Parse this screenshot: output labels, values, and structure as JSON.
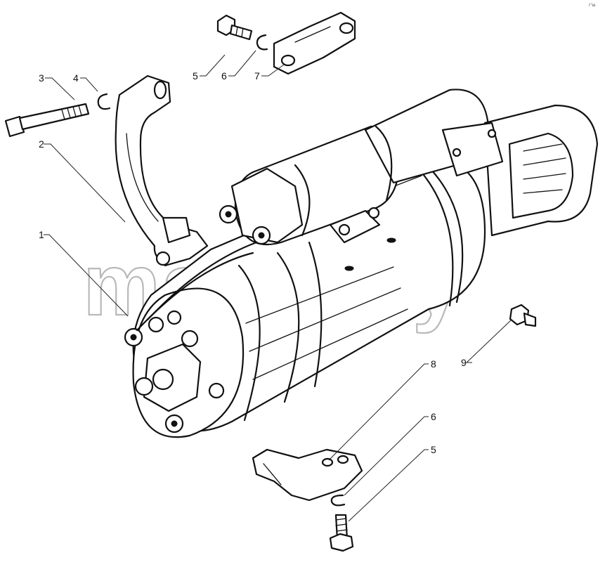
{
  "diagram": {
    "corner_mark": "г°ш",
    "watermark": "mazik.by",
    "callouts": [
      "1",
      "2",
      "3",
      "4",
      "5",
      "6",
      "7",
      "8",
      "9"
    ],
    "callout_bottom": [
      "8",
      "6",
      "5"
    ]
  }
}
